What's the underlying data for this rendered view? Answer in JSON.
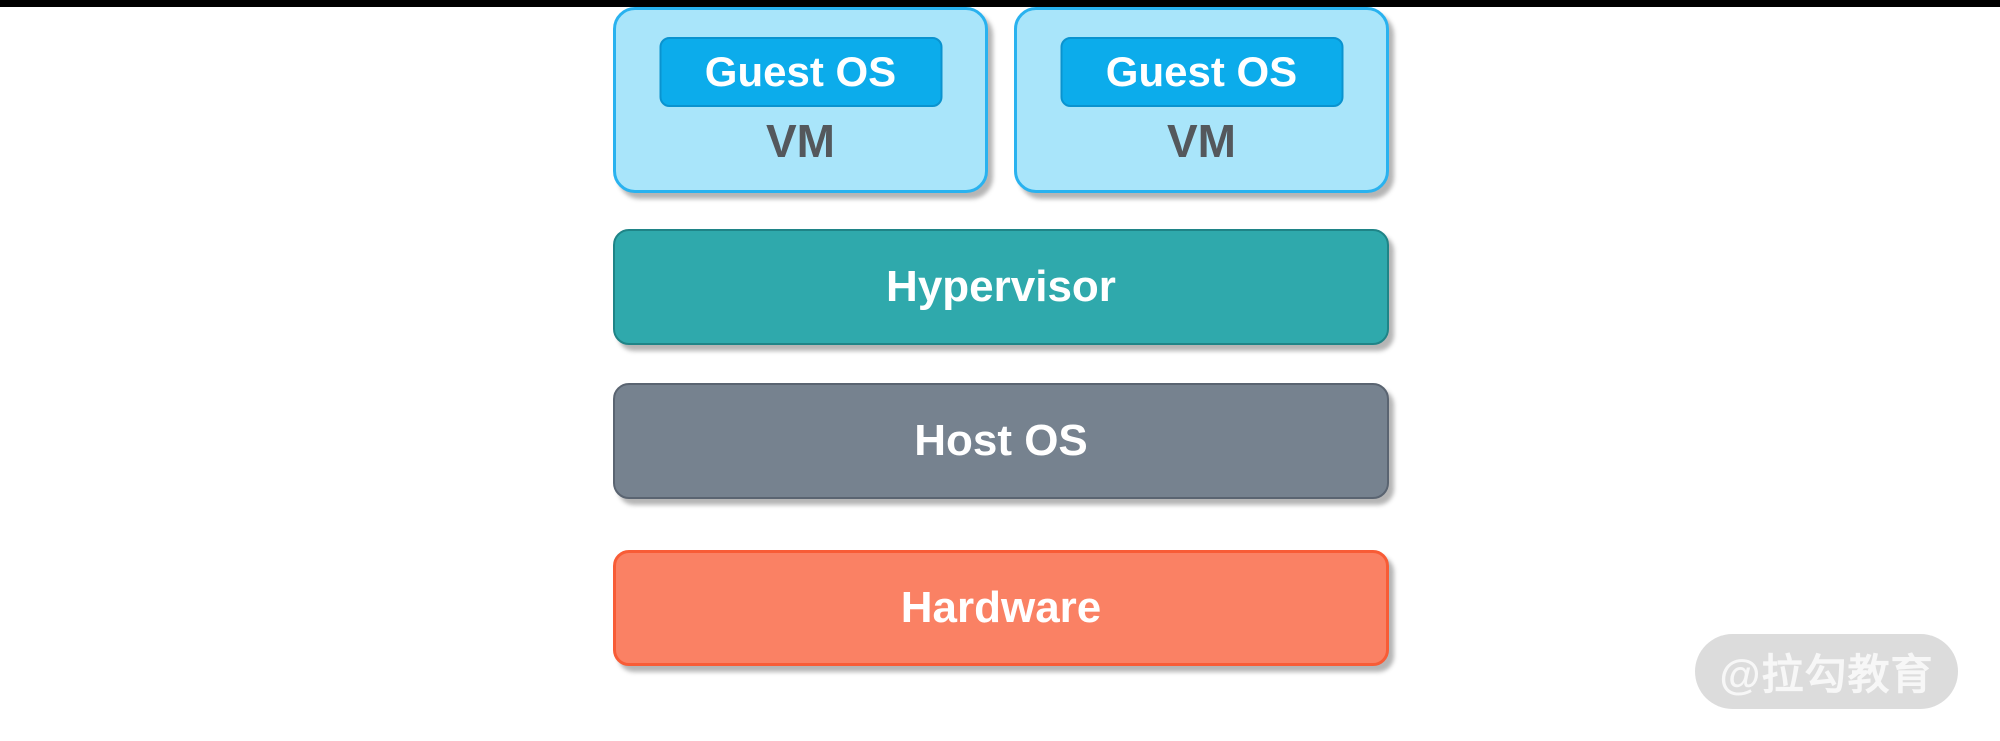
{
  "page": {
    "background": "#FFFFFF",
    "top_bar_color": "#000000"
  },
  "diagram": {
    "vms": [
      {
        "guest_os": "Guest OS",
        "label": "VM"
      },
      {
        "guest_os": "Guest OS",
        "label": "VM"
      }
    ],
    "layers": [
      {
        "id": "hypervisor",
        "label": "Hypervisor",
        "fill": "#2FA9AC",
        "border": "#1F8487"
      },
      {
        "id": "host-os",
        "label": "Host OS",
        "fill": "#76828F",
        "border": "#5A6471"
      },
      {
        "id": "hardware",
        "label": "Hardware",
        "fill": "#FA8164",
        "border": "#F85C36"
      }
    ],
    "colors": {
      "vm_fill": "#A9E5FA",
      "vm_border": "#29B2EF",
      "vm_label_text": "#54585C",
      "guest_os_fill": "#0CACEB",
      "guest_os_border": "#0A93CF",
      "guest_os_text": "#FFFFFF",
      "layer_text": "#FFFFFF"
    }
  },
  "watermark": {
    "text": "@拉勾教育",
    "bg": "#DCDCDC",
    "text_color": "#F7F7F7"
  }
}
